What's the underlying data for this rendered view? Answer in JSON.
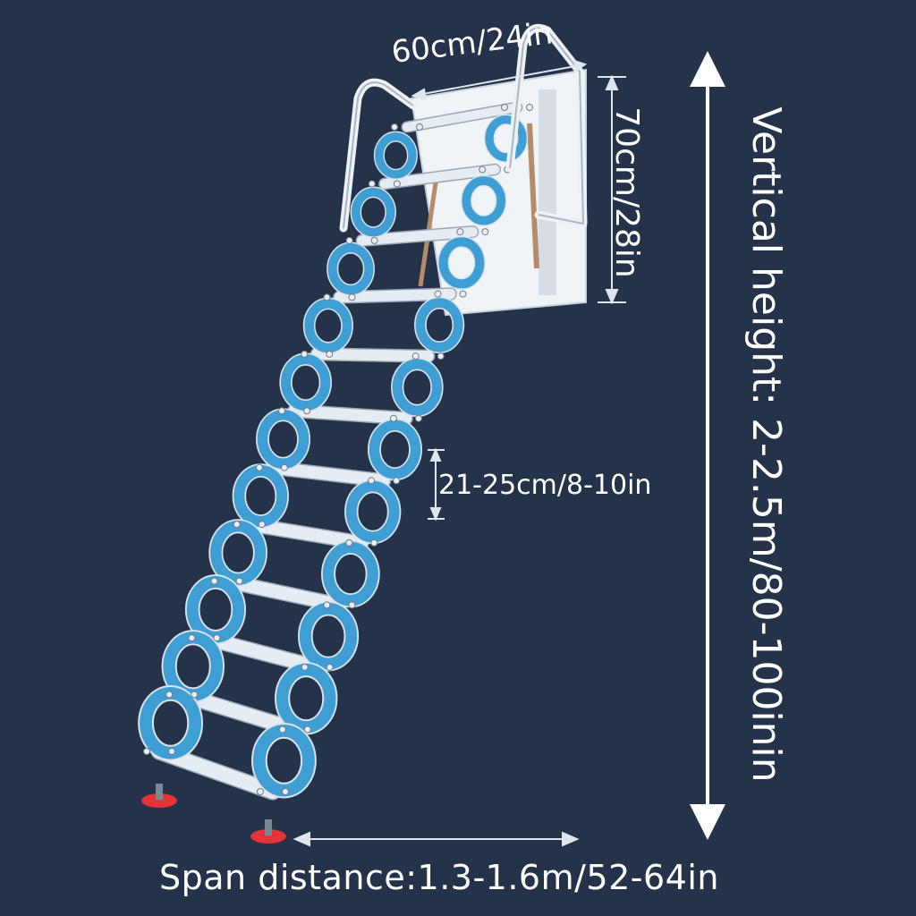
{
  "dimensions": {
    "width_label": "60cm/24in",
    "depth_label": "70cm/28in",
    "step_label": "21-25cm/8-10in",
    "vertical_label": "Vertical height: 2-2.5m/80-100inin",
    "span_label": "Span distance:1.3-1.6m/52-64in"
  },
  "colors": {
    "background": "#243349",
    "frame": "#3f9ed4",
    "tread": "#e6edf2",
    "foot": "#e5333a",
    "text": "#ffffff"
  },
  "product": {
    "steps": 12,
    "icon": "folding-attic-ladder-icon"
  }
}
